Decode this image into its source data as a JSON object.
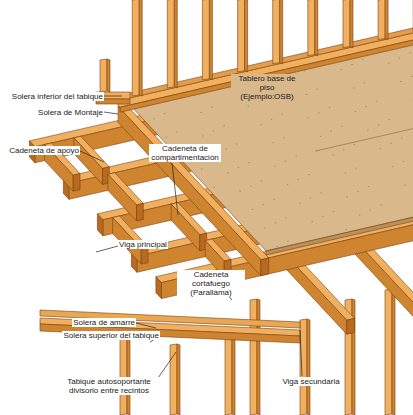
{
  "diagram": {
    "labels": [
      "Solera inferior del tabique",
      "Solera de Montaje",
      "Tablero base de piso (Ejemplo:OSB)",
      "Cadeneta de apoyo",
      "Cadeneta de compartimentación",
      "Viga principal",
      "Cadeneta cortafuego (Parallama)",
      "Solera de amarre",
      "Solera superior del tabique",
      "Tabique autosoportante divisorio entre recintos",
      "Viga secundaria"
    ]
  }
}
